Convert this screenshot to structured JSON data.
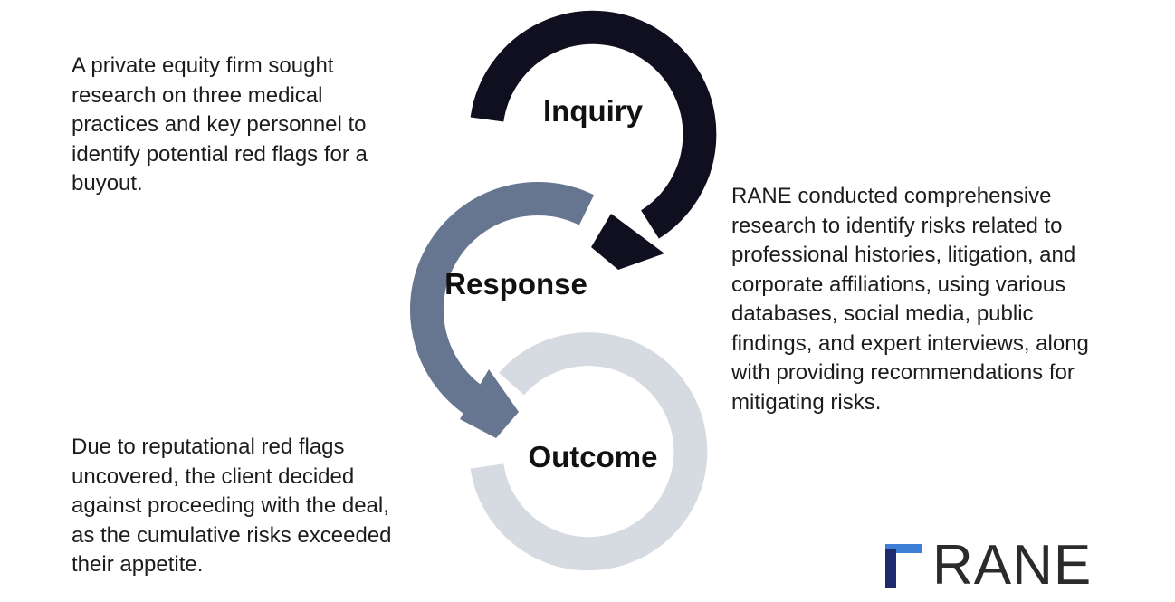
{
  "diagram": {
    "stages": [
      {
        "label": "Inquiry",
        "color": "#100f20"
      },
      {
        "label": "Response",
        "color": "#677690"
      },
      {
        "label": "Outcome",
        "color": "#d5dbe0"
      }
    ],
    "descriptions": {
      "inquiry": "A private equity firm sought\nresearch on three medical\npractices and key personnel to\nidentify potential red flags for a\nbuyout.",
      "response": "RANE conducted comprehensive\nresearch to identify risks related to\nprofessional histories, litigation, and\ncorporate affiliations, using various\ndatabases, social media, public\nfindings, and expert interviews, along\nwith providing recommendations for\nmitigating risks.",
      "outcome": "Due to reputational red flags\nuncovered, the client decided\nagainst proceeding with the deal,\nas the cumulative risks exceeded\ntheir appetite."
    }
  },
  "logo": {
    "wordmark": "RANE",
    "colors": {
      "mark_dark": "#1f2a6e",
      "mark_light": "#3d7fd6"
    }
  }
}
